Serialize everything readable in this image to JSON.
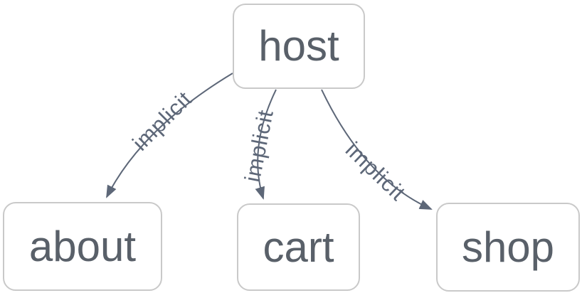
{
  "graph": {
    "background": "#ffffff",
    "node_fill": "#ffffff",
    "node_border_color": "#c9c9c9",
    "node_text_color": "#596069",
    "edge_color": "#5d6778",
    "nodes": [
      {
        "id": "host",
        "label": "host"
      },
      {
        "id": "about",
        "label": "about"
      },
      {
        "id": "cart",
        "label": "cart"
      },
      {
        "id": "shop",
        "label": "shop"
      }
    ],
    "edges": [
      {
        "from": "host",
        "to": "about",
        "label": "implicit"
      },
      {
        "from": "host",
        "to": "cart",
        "label": "implicit"
      },
      {
        "from": "host",
        "to": "shop",
        "label": "implicit"
      }
    ]
  }
}
